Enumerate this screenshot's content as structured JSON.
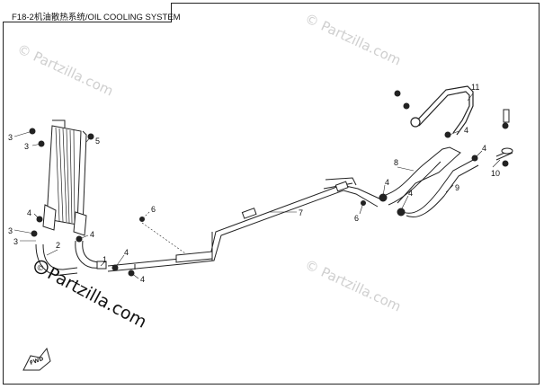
{
  "title": "F18-2机油散热系统/OIL COOLING SYSTEM",
  "watermark": {
    "small": "© Partzilla.com",
    "large": "Partzilla.com"
  },
  "direction_badge": "FWD",
  "callouts": [
    {
      "id": "c3a",
      "label": "3"
    },
    {
      "id": "c3b",
      "label": "3"
    },
    {
      "id": "c5",
      "label": "5"
    },
    {
      "id": "c4a",
      "label": "4"
    },
    {
      "id": "c3c",
      "label": "3"
    },
    {
      "id": "c3d",
      "label": "3"
    },
    {
      "id": "c4b",
      "label": "4"
    },
    {
      "id": "c2",
      "label": "2"
    },
    {
      "id": "c1",
      "label": "1"
    },
    {
      "id": "c4c",
      "label": "4"
    },
    {
      "id": "c4d",
      "label": "4"
    },
    {
      "id": "c6a",
      "label": "6"
    },
    {
      "id": "c7",
      "label": "7"
    },
    {
      "id": "c6b",
      "label": "6"
    },
    {
      "id": "c4e",
      "label": "4"
    },
    {
      "id": "c4f",
      "label": "4"
    },
    {
      "id": "c8",
      "label": "8"
    },
    {
      "id": "c4g",
      "label": "4"
    },
    {
      "id": "c11",
      "label": "11"
    },
    {
      "id": "c4h",
      "label": "4"
    },
    {
      "id": "c9",
      "label": "9"
    },
    {
      "id": "c10",
      "label": "10"
    }
  ]
}
